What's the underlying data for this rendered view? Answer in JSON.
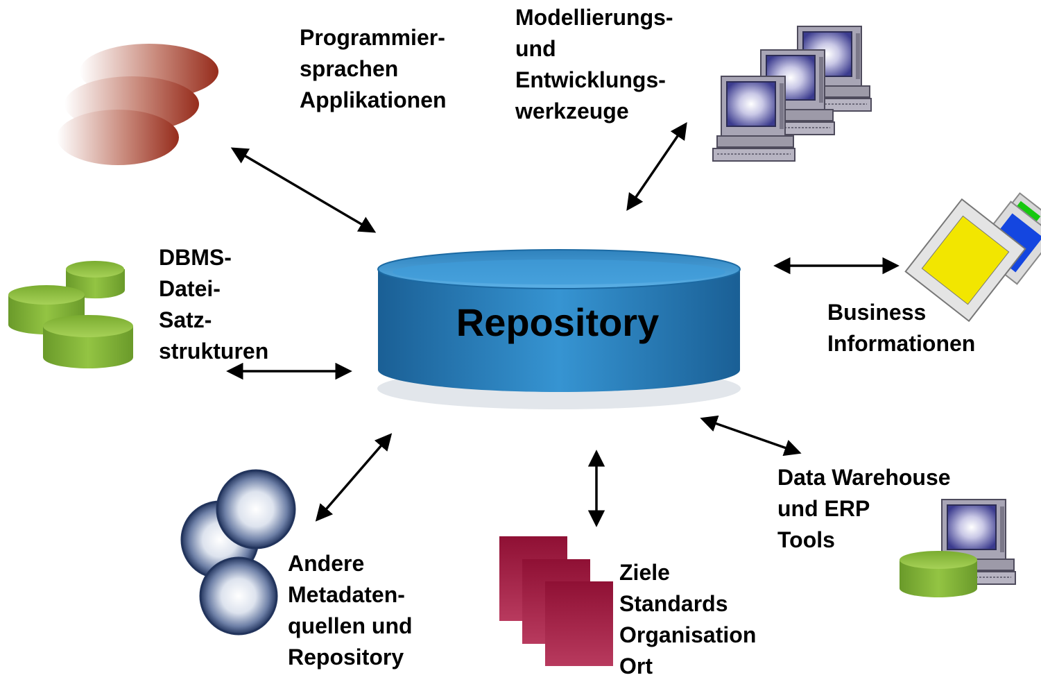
{
  "center": {
    "title": "Repository"
  },
  "labels": {
    "programming": [
      "Programmier-",
      "sprachen",
      "Applikationen"
    ],
    "modeling": [
      "Modellierungs-",
      "und",
      "Entwicklungs-",
      "werkzeuge"
    ],
    "dbms": [
      "DBMS-",
      "Datei-",
      "Satz-",
      "strukturen"
    ],
    "business": [
      "Business",
      "Informationen"
    ],
    "warehouse": [
      "Data Warehouse",
      "und ERP",
      "Tools"
    ],
    "goals": [
      "Ziele",
      "Standards",
      "Organisation",
      "Ort"
    ],
    "other": [
      "Andere",
      "Metadaten-",
      "quellen und",
      "Repository"
    ]
  },
  "colors": {
    "repository": "#2f86c4",
    "apps": "#9e3a28",
    "dbms": "#7fb034",
    "documents": "#a21d44",
    "spheres": "#2a3c6c",
    "monitors": "#9d9aa8",
    "arrows": "#000000"
  }
}
